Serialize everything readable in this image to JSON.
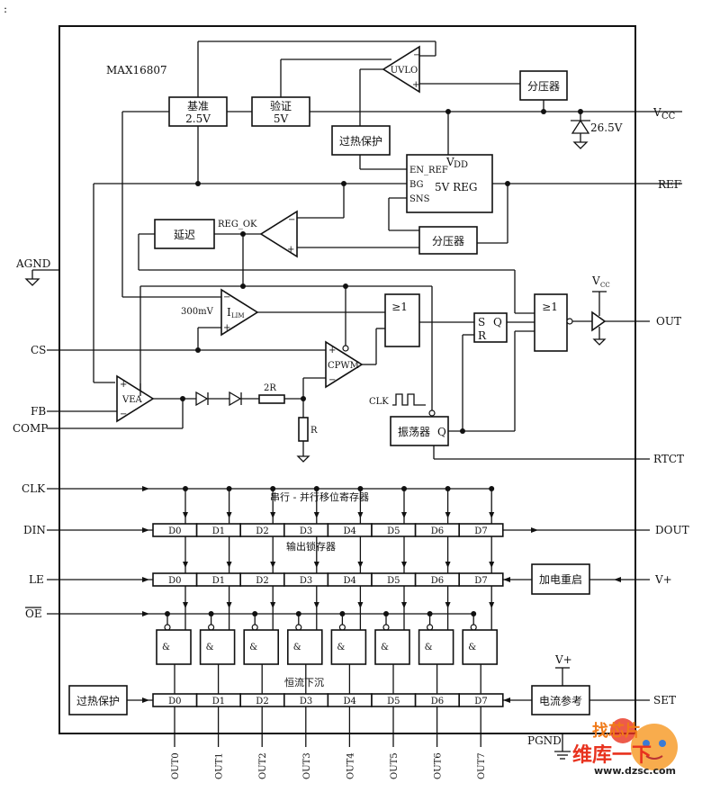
{
  "diagram": {
    "chip_name": "MAX16807",
    "corner_mark": ":",
    "blocks": {
      "reference": {
        "line1": "基准",
        "line2": "2.5V"
      },
      "verify": {
        "line1": "验证",
        "line2": "5V"
      },
      "uvlo": "UVLO",
      "divider_top": "分压器",
      "overtemp_top": "过热保护",
      "reg5v": {
        "vdd": "V",
        "vdd_sub": "DD",
        "en_ref": "EN_REF",
        "bg": "BG",
        "sns": "SNS",
        "title": "5V REG"
      },
      "divider_mid": "分压器",
      "delay": "延迟",
      "reg_ok": "REG_OK",
      "ilim": {
        "label": "I",
        "sub": "LIM",
        "ref": "300mV"
      },
      "cpwm": "CPWM",
      "vea": "VEA",
      "or_gate_1": "≥1",
      "or_gate_2": "≥1",
      "sr_latch": {
        "s": "S",
        "r": "R",
        "q": "Q"
      },
      "oscillator": {
        "label": "振荡器",
        "q": "Q",
        "clk": "CLK"
      },
      "res_2r": "2R",
      "res_r": "R",
      "zener": "26.5V",
      "driver_vcc": {
        "label": "V",
        "sub": "CC"
      },
      "shift_register": "串行 - 并行移位寄存器",
      "output_latch": "输出锁存器",
      "power_on_reset": "加电重启",
      "constant_current_sink": "恒流下沉",
      "overtemp_bottom": "过热保护",
      "current_reference": "电流参考",
      "current_ref_supply": "V+",
      "and_gate": "&"
    },
    "register_cells": [
      "D0",
      "D1",
      "D2",
      "D3",
      "D4",
      "D5",
      "D6",
      "D7"
    ],
    "pins_left": {
      "agnd": "AGND",
      "cs": "CS",
      "fb": "FB",
      "comp": "COMP",
      "clk": "CLK",
      "din": "DIN",
      "le": "LE",
      "oe": "OE"
    },
    "pins_right": {
      "vcc": {
        "label": "V",
        "sub": "CC"
      },
      "ref": "REF",
      "out": "OUT",
      "rtct": "RTCT",
      "dout": "DOUT",
      "vplus": "V+",
      "set": "SET"
    },
    "pins_bottom": [
      "OUT0",
      "OUT1",
      "OUT2",
      "OUT3",
      "OUT4",
      "OUT5",
      "OUT6",
      "OUT7"
    ],
    "pgnd": "PGND"
  },
  "watermark": {
    "line1": "找芯片",
    "line2": "维库一下",
    "url": "www.dzsc.com",
    "color_orange": "#f07a18",
    "color_red": "#e8321e"
  }
}
